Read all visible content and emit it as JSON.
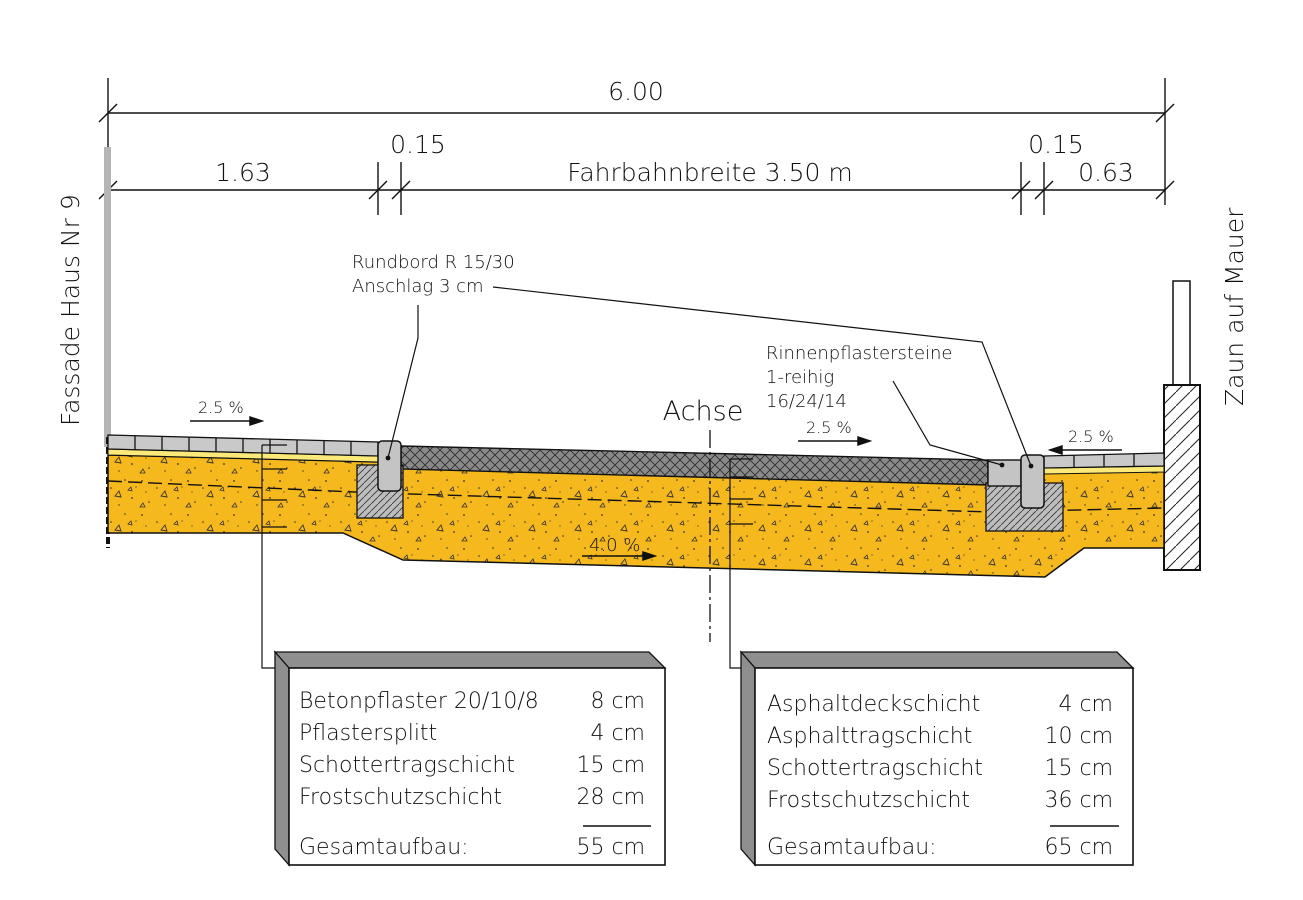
{
  "dimensions": {
    "total": "6.00",
    "left_sidewalk": "1.63",
    "curb_left": "0.15",
    "carriageway": "Fahrbahnbreite 3.50 m",
    "curb_right": "0.15",
    "right_strip": "0.63"
  },
  "labels": {
    "facade": "Fassade Haus Nr 9",
    "fence": "Zaun auf Mauer",
    "axis": "Achse",
    "curb_line1": "Rundbord R 15/30",
    "curb_line2": "Anschlag 3 cm",
    "gutter_line1": "Rinnenpflastersteine",
    "gutter_line2": "1-reihig",
    "gutter_line3": "16/24/14"
  },
  "slopes": {
    "left": "2.5 %",
    "road": "2.5 %",
    "right": "2.5 %",
    "subgrade": "4.0 %"
  },
  "colors": {
    "gravel": "#f5b91e",
    "sand_layer": "#fbea7a",
    "asphalt": "#8a8a8a",
    "concrete": "#bdbdbd",
    "box_shadow": "#8f8f8f"
  },
  "legend_left": {
    "rows": [
      {
        "name": "Betonpflaster 20/10/8",
        "value": "8 cm"
      },
      {
        "name": "Pflastersplitt",
        "value": "4 cm"
      },
      {
        "name": "Schottertragschicht",
        "value": "15 cm"
      },
      {
        "name": "Frostschutzschicht",
        "value": "28 cm"
      }
    ],
    "total_label": "Gesamtaufbau:",
    "total_value": "55 cm"
  },
  "legend_right": {
    "rows": [
      {
        "name": "Asphaltdeckschicht",
        "value": "4 cm"
      },
      {
        "name": "Asphalttragschicht",
        "value": "10 cm"
      },
      {
        "name": "Schottertragschicht",
        "value": "15 cm"
      },
      {
        "name": "Frostschutzschicht",
        "value": "36 cm"
      }
    ],
    "total_label": "Gesamtaufbau:",
    "total_value": "65 cm"
  }
}
